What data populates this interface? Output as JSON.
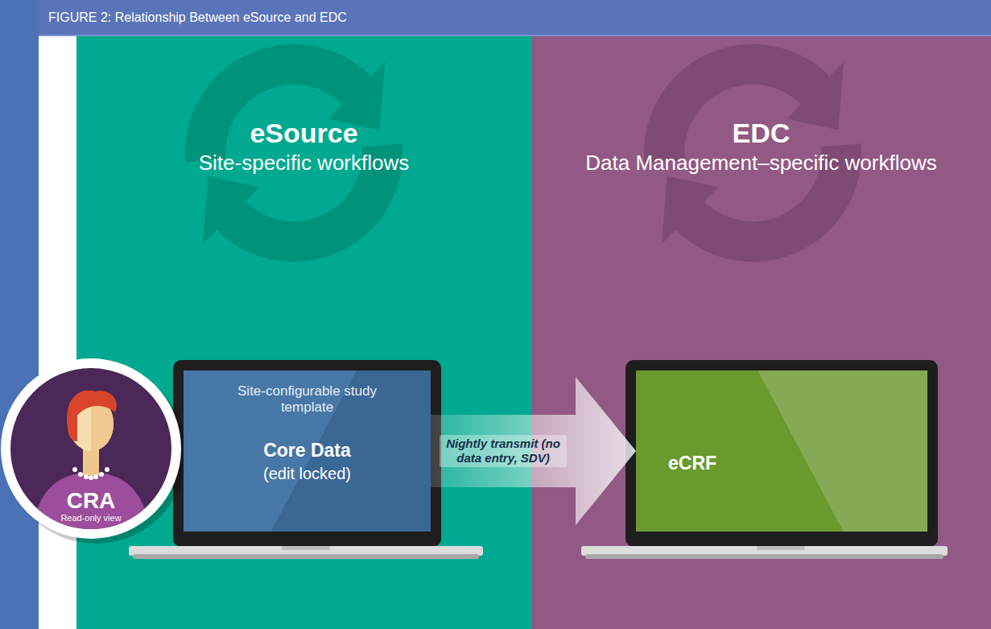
{
  "diagram": {
    "title": "FIGURE 2: Relationship Between eSource and EDC",
    "nodes": [
      {
        "text": [
          "eSource",
          "Site-specific workflows"
        ]
      },
      {
        "text": [
          "EDC",
          "Data Management–specific workflows"
        ]
      },
      {
        "text": [
          "Site-configurable study template",
          "Core Data",
          "(edit locked)"
        ],
        "in": 0
      },
      {
        "text": [
          "eCRF"
        ],
        "in": 1
      },
      {
        "text": [
          "CRA",
          "Read-only view"
        ]
      }
    ],
    "edges": [
      {
        "from": 2,
        "to": 3,
        "label": "Nightly transmit (no data entry, SDV)",
        "arrow": "to"
      }
    ]
  }
}
